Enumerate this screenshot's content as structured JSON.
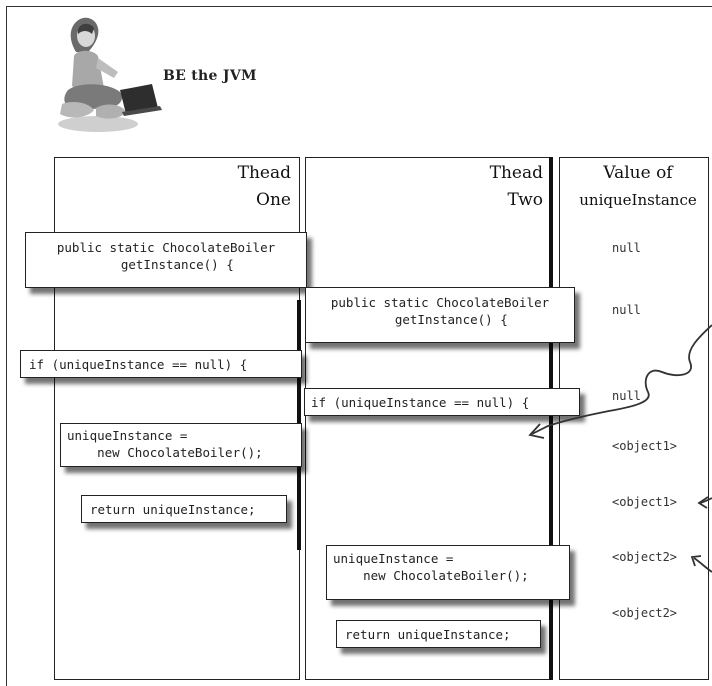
{
  "header": {
    "title": "BE the JVM"
  },
  "columns": [
    {
      "heading_line1": "Thead",
      "heading_line2": "One"
    },
    {
      "heading_line1": "Thead",
      "heading_line2": "Two"
    },
    {
      "heading_line1": "Value of",
      "heading_line2": "uniqueInstance"
    }
  ],
  "thread_one": {
    "method_decl": "public static ChocolateBoiler\n   getInstance() {",
    "if_check": "if (uniqueInstance == null) {",
    "assign": "uniqueInstance =\n    new ChocolateBoiler();",
    "return_stmt": "return uniqueInstance;"
  },
  "thread_two": {
    "method_decl": "public static ChocolateBoiler\n   getInstance() {",
    "if_check": "if (uniqueInstance == null) {",
    "assign": "uniqueInstance =\n    new ChocolateBoiler();",
    "return_stmt": "return uniqueInstance;"
  },
  "values": [
    "null",
    "null",
    "null",
    "<object1>",
    "<object1>",
    "<object2>",
    "<object2>"
  ]
}
